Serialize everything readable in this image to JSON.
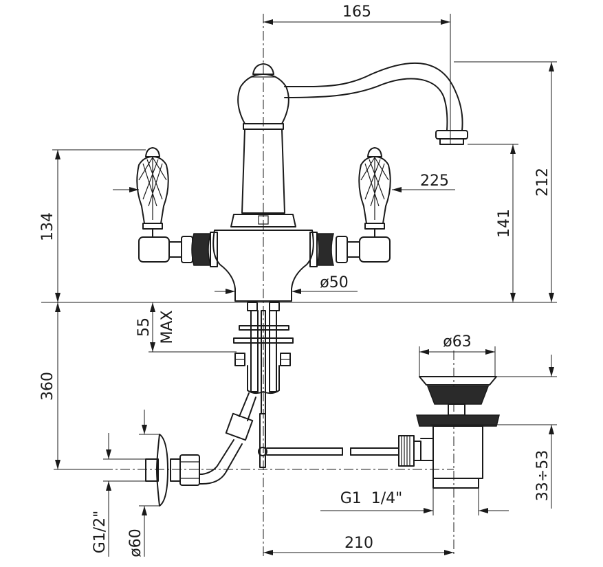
{
  "dimensions": {
    "spout_reach": "165",
    "overall_height": "212",
    "handle_reach": "225",
    "handle_height": "134",
    "spout_outlet_height": "141",
    "base_diameter": "ø50",
    "max_deck_thickness": "55",
    "max_label": "MAX",
    "tail_length": "360",
    "drain_flange_diameter": "ø63",
    "drain_thread": "G1  1/4\"",
    "drain_adjustment": "33÷53",
    "drain_distance": "210",
    "inlet_thread": "G1/2\"",
    "inlet_flange_diameter": "ø60"
  }
}
